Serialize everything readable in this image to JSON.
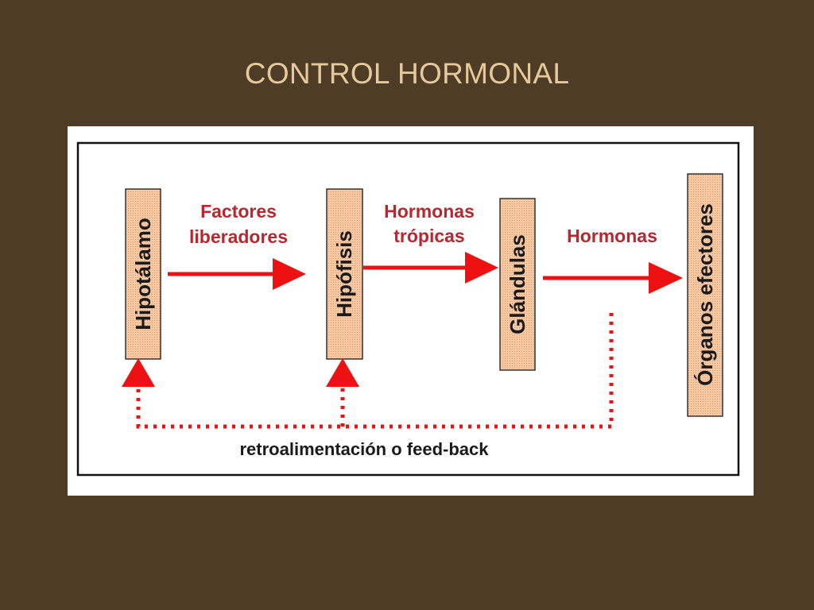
{
  "title": "CONTROL HORMONAL",
  "colors": {
    "background": "#4f3c27",
    "title": "#e5c99a",
    "box_fill": "#f7c8a2",
    "arrow": "#ee1111",
    "label_red": "#b8272e",
    "label_dark": "#1a1a1a"
  },
  "boxes": {
    "hipotalamo": "Hipotálamo",
    "hipofisis": "Hipófisis",
    "glandulas": "Glándulas",
    "organos": "Órganos efectores"
  },
  "arrows": {
    "factores_line1": "Factores",
    "factores_line2": "liberadores",
    "tropicas_line1": "Hormonas",
    "tropicas_line2": "trópicas",
    "hormonas": "Hormonas"
  },
  "feedback": {
    "label": "retroalimentación o feed-back"
  }
}
